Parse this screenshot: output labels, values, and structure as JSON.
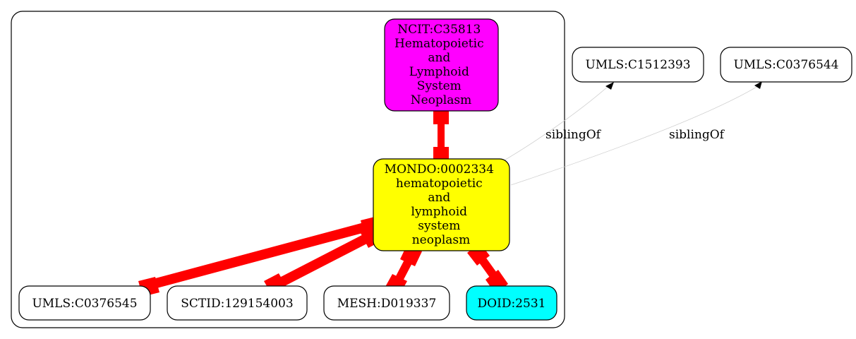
{
  "colors": {
    "cluster_border": "#000000",
    "node_default": "#ffffff",
    "node_ncit": "#ff00ff",
    "node_mondo": "#ffff00",
    "node_doid": "#00ffff",
    "equivalence_edge": "#ff0000",
    "sibling_edge": "#c8c8c8"
  },
  "nodes": {
    "ncit": {
      "lines": [
        "NCIT:C35813",
        "Hematopoietic",
        "and",
        "Lymphoid",
        "System",
        "Neoplasm"
      ]
    },
    "mondo": {
      "lines": [
        "MONDO:0002334",
        "hematopoietic",
        "and",
        "lymphoid",
        "system",
        "neoplasm"
      ]
    },
    "umls_c0376545": {
      "lines": [
        "UMLS:C0376545"
      ]
    },
    "sctid": {
      "lines": [
        "SCTID:129154003"
      ]
    },
    "mesh": {
      "lines": [
        "MESH:D019337"
      ]
    },
    "doid": {
      "lines": [
        "DOID:2531"
      ]
    },
    "umls_c1512393": {
      "lines": [
        "UMLS:C1512393"
      ]
    },
    "umls_c0376544": {
      "lines": [
        "UMLS:C0376544"
      ]
    }
  },
  "edges": {
    "sibling_1": {
      "label": "siblingOf"
    },
    "sibling_2": {
      "label": "siblingOf"
    }
  }
}
